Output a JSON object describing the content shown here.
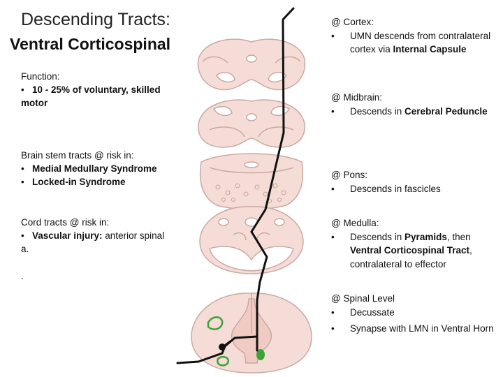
{
  "title_line1": "Descending Tracts:",
  "title_line2": "Ventral Corticospinal",
  "left": {
    "function_label": "Function:",
    "function_value": "10 - 25% of voluntary, skilled motor",
    "brainstem_label": "Brain stem tracts @ risk in:",
    "brainstem_items": [
      "Medial Medullary Syndrome",
      "Locked-in Syndrome"
    ],
    "cord_label": "Cord tracts @ risk in:",
    "cord_item_bold": "Vascular injury:",
    "cord_item_rest": " anterior spinal a.",
    "dot": "."
  },
  "bullet": "•",
  "right": {
    "cortex": {
      "label": "@ Cortex:",
      "text1": "UMN descends from contralateral cortex via ",
      "bold": "Internal Capsule"
    },
    "midbrain": {
      "label": "@ Midbrain:",
      "text1": "Descends in ",
      "bold": "Cerebral Peduncle"
    },
    "pons": {
      "label": "@ Pons:",
      "text1": "Descends in fascicles"
    },
    "medulla": {
      "label": "@ Medulla:",
      "text1": "Descends in ",
      "bold1": "Pyramids",
      "text2": ", then ",
      "bold2": "Ventral Corticospinal Tract",
      "text3": ", contralateral to effector"
    },
    "spinal": {
      "label": "@ Spinal Level",
      "item1": "Decussate",
      "item2": "Synapse with LMN in Ventral Horn"
    }
  },
  "colors": {
    "tissue": "#f6dcd6",
    "tissue_stroke": "#c9a9a3",
    "pathway": "#111111",
    "tract_green": "#3ba334"
  }
}
